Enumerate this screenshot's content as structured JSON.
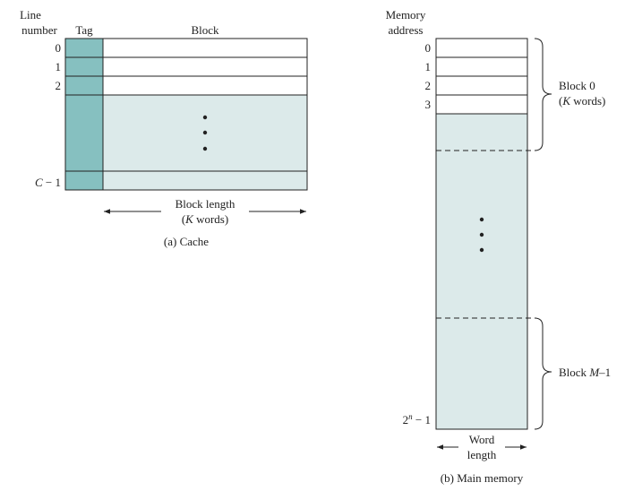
{
  "cache": {
    "line_header_1": "Line",
    "line_header_2": "number",
    "tag_header": "Tag",
    "block_header": "Block",
    "line_labels": [
      "0",
      "1",
      "2"
    ],
    "last_line_italic": "C",
    "last_line_rest": " − 1",
    "block_length_1": "Block length",
    "block_length_open": "(",
    "block_length_k": "K",
    "block_length_rest": " words)",
    "caption": "(a) Cache"
  },
  "memory": {
    "address_header_1": "Memory",
    "address_header_2": "address",
    "address_labels": [
      "0",
      "1",
      "2",
      "3"
    ],
    "last_address_base": "2",
    "last_address_exp": "n",
    "last_address_rest": " − 1",
    "block0_1": "Block 0",
    "block0_open": "(",
    "block0_k": "K",
    "block0_rest": " words)",
    "blockM_prefix": "Block ",
    "blockM_italic": "M",
    "blockM_rest": "–1",
    "word_length_1": "Word",
    "word_length_2": "length",
    "caption": "(b) Main memory"
  },
  "colors": {
    "tag_fill": "#86c0c0",
    "block_fill": "#dceaea",
    "stroke": "#222222"
  }
}
